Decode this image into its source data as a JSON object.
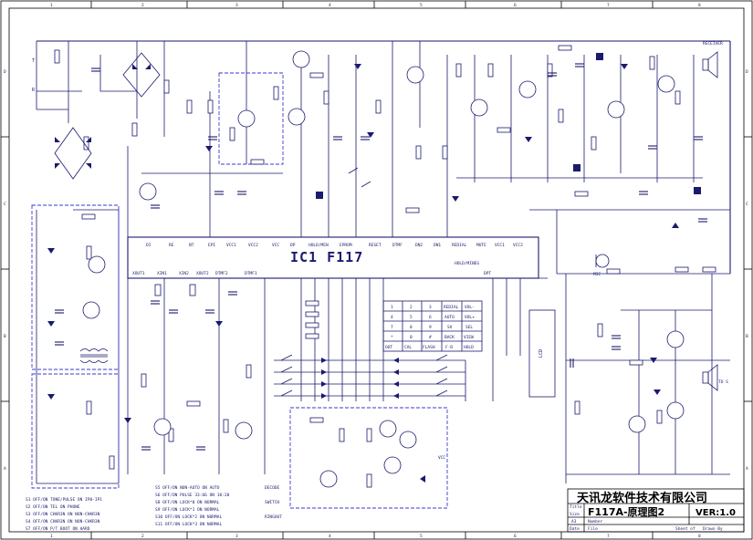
{
  "ic": {
    "name": "IC1 F117"
  },
  "ic_pins_top": [
    "DI",
    "RE",
    "NT",
    "EPI",
    "VCC1",
    "VCC2",
    "VCC",
    "DP",
    "HOLD/MEN",
    "EPROM",
    "RESET",
    "DTMF",
    "DN2",
    "DN1",
    "REDIAL",
    "MUTE",
    "VCC1",
    "VCC2"
  ],
  "ic_pins_bottom": [
    "XOUT1",
    "XIN1",
    "XIN2",
    "XOUT2",
    "DTMF2",
    "DTMF1",
    "HOLD/MINEG",
    "DPT"
  ],
  "keypad": [
    [
      "1",
      "2",
      "3",
      "REDIAL",
      "VOL-"
    ],
    [
      "4",
      "5",
      "6",
      "AUTO",
      "VOL+"
    ],
    [
      "7",
      "8",
      "9",
      "SV",
      "SEL"
    ],
    [
      "*",
      "0",
      "#",
      "BACK",
      "VIEW"
    ],
    [
      "OUT",
      "CAL",
      "FLASH",
      "F-D",
      "HOLD"
    ]
  ],
  "switch_notes_col1": [
    "S1  OFF/ON  TONE/PULSE    ON  IP0-IP1",
    "S2  OFF/ON  TEL ON PHONE",
    "S3  OFF/ON  CHKR3N ON NON-CHKR3N",
    "S4  OFF/ON  CHKR3N ON NON-CHKR3N",
    "S7  OFF/ON  P/T BOOT ON HARD"
  ],
  "switch_notes_col2": [
    "S5  OFF/ON  NON-AUTO ON AUTO",
    "S6  OFF/ON  PULSE  33:66 ON 10:20",
    "S8  OFF/ON  LOCK*0 ON NORMAL",
    "S9  OFF/ON  LOCK*1 ON NORMAL",
    "S10 OFF/ON  LOCK*2 ON NORMAL",
    "S11 OFF/ON  LOCK*3 ON NORMAL"
  ],
  "switch_notes_col3": [
    "DECODE",
    "",
    "SWITCH",
    "",
    "RINGOUT",
    ""
  ],
  "labels": {
    "speaker": "RECEIVER",
    "to_s": "TO S",
    "lcd": "LCD",
    "vcc": "VCC",
    "mic": "MIC"
  },
  "title_block": {
    "company": "天讯龙软件技术有限公司",
    "drawing": "F117A-原理图2",
    "version": "VER:1.0",
    "size": "A3",
    "row_labels": [
      "Title",
      "Size",
      "Number",
      "Date",
      "File"
    ],
    "sheet": "Sheet of",
    "drawn_by": "Drawn By"
  },
  "grid": {
    "top": [
      "1",
      "2",
      "3",
      "4",
      "5",
      "6",
      "7",
      "8"
    ],
    "left": [
      "D",
      "C",
      "B",
      "A"
    ]
  }
}
